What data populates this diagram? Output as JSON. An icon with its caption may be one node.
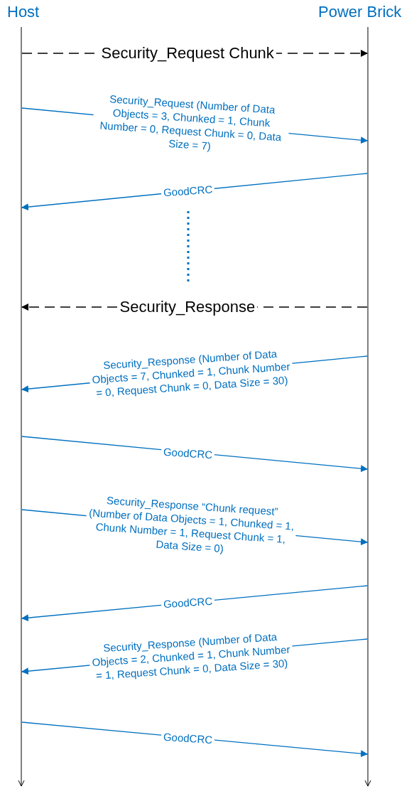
{
  "diagram": {
    "nodes": [
      {
        "text": [
          "Host"
        ]
      },
      {
        "text": [
          "Power Brick"
        ]
      }
    ],
    "edges": [
      {
        "from": 0,
        "to": 1,
        "arrow": "to",
        "label": "Security_Request Chunk",
        "style": "dashed",
        "color": "#000000"
      },
      {
        "from": 0,
        "to": 1,
        "arrow": "to",
        "label": "Security_Request (Number of Data Objects = 3, Chunked = 1, Chunk Number = 0, Request Chunk = 0, Data Size = 7)"
      },
      {
        "from": 1,
        "to": 0,
        "arrow": "to",
        "label": "GoodCRC"
      },
      {
        "from": 1,
        "to": 0,
        "arrow": "to",
        "label": "Security_Response",
        "style": "dashed",
        "color": "#000000"
      },
      {
        "from": 1,
        "to": 0,
        "arrow": "to",
        "label": "Security_Response (Number of Data Objects = 7, Chunked = 1, Chunk Number = 0, Request Chunk = 0, Data Size = 30)"
      },
      {
        "from": 0,
        "to": 1,
        "arrow": "to",
        "label": "GoodCRC"
      },
      {
        "from": 0,
        "to": 1,
        "arrow": "to",
        "label": "Security_Response “Chunk request” (Number of Data Objects = 1, Chunked = 1, Chunk Number = 1, Request Chunk = 1, Data Size = 0)"
      },
      {
        "from": 1,
        "to": 0,
        "arrow": "to",
        "label": "GoodCRC"
      },
      {
        "from": 1,
        "to": 0,
        "arrow": "to",
        "label": "Security_Response (Number of Data Objects = 2, Chunked = 1, Chunk Number = 1, Request Chunk = 0, Data Size = 30)"
      },
      {
        "from": 0,
        "to": 1,
        "arrow": "to",
        "label": "GoodCRC"
      }
    ]
  }
}
